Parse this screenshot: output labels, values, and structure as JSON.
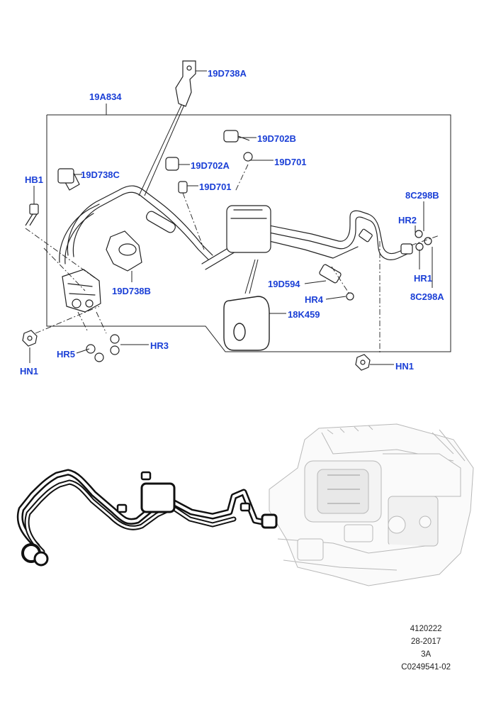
{
  "callouts": {
    "c19d738a": "19D738A",
    "c19a834": "19A834",
    "c19d702b": "19D702B",
    "c19d738c": "19D738C",
    "c19d702a": "19D702A",
    "c19d701_right": "19D701",
    "c19d701_left": "19D701",
    "hb1": "HB1",
    "c8c298b": "8C298B",
    "hr2": "HR2",
    "hr1": "HR1",
    "c8c298a": "8C298A",
    "c19d738b": "19D738B",
    "c19d594": "19D594",
    "hr4": "HR4",
    "c18k459": "18K459",
    "hr3": "HR3",
    "hr5": "HR5",
    "hn1_left": "HN1",
    "hn1_right": "HN1"
  },
  "footer": {
    "line1": "4120222",
    "line2": "28-2017",
    "line3": "3A",
    "line4": "C0249541-02"
  },
  "colors": {
    "callout_text": "#1a3fd6",
    "line_art": "#222222",
    "ghost_art": "#b8b8b8"
  }
}
